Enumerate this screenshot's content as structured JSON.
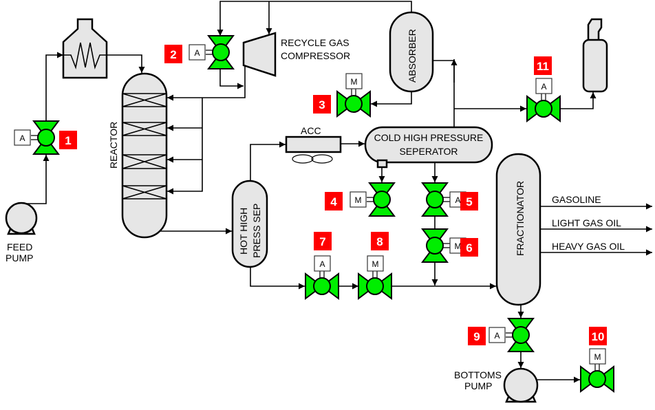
{
  "equipment": {
    "reactor": "REACTOR",
    "compressor": [
      "RECYCLE GAS",
      "COMPRESSOR"
    ],
    "absorber": "ABSORBER",
    "acc": "ACC",
    "cold_separator": [
      "COLD HIGH PRESSURE",
      "SEPERATOR"
    ],
    "hot_separator": [
      "HOT HIGH",
      "PRESS SEP"
    ],
    "fractionator": "FRACTIONATOR",
    "feed_pump": [
      "FEED",
      "PUMP"
    ],
    "bottoms_pump": [
      "BOTTOMS",
      "PUMP"
    ]
  },
  "products": [
    "GASOLINE",
    "LIGHT GAS OIL",
    "HEAVY GAS OIL"
  ],
  "valves": [
    {
      "tag": "1",
      "actuator": "A"
    },
    {
      "tag": "2",
      "actuator": "A"
    },
    {
      "tag": "3",
      "actuator": "M"
    },
    {
      "tag": "4",
      "actuator": "M"
    },
    {
      "tag": "5",
      "actuator": "A"
    },
    {
      "tag": "6",
      "actuator": "M"
    },
    {
      "tag": "7",
      "actuator": "A"
    },
    {
      "tag": "8",
      "actuator": "M"
    },
    {
      "tag": "9",
      "actuator": "A"
    },
    {
      "tag": "10",
      "actuator": "M"
    },
    {
      "tag": "11",
      "actuator": "A"
    }
  ],
  "colors": {
    "valve": "#00ee00",
    "tag": "#ff0000",
    "equipment": "#e6e6e6"
  }
}
